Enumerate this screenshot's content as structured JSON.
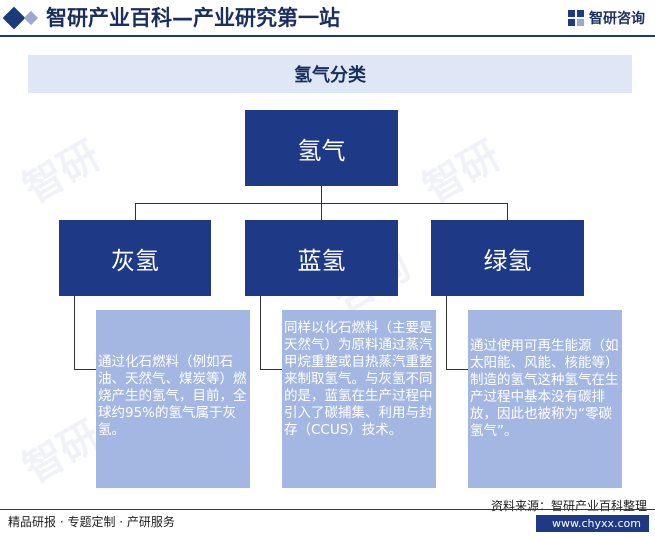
{
  "header": {
    "title": "智研产业百科—产业研究第一站",
    "brand": "智研咨询"
  },
  "diagram": {
    "title": "氢气分类",
    "root": "氢气",
    "children": [
      {
        "label": "灰氢",
        "description": "通过化石燃料（例如石油、天然气、煤炭等）燃烧产生的氢气，目前，全球约95%的氢气属于灰氢。"
      },
      {
        "label": "蓝氢",
        "description": "同样以化石燃料（主要是天然气）为原料通过蒸汽甲烷重整或自热蒸汽重整来制取氢气。与灰氢不同的是，蓝氢在生产过程中引入了碳捕集、利用与封存（CCUS）技术。"
      },
      {
        "label": "绿氢",
        "description": "通过使用可再生能源（如太阳能、风能、核能等）制造的氢气这种氢气在生产过程中基本没有碳排放，因此也被称为“零碳氢气”。"
      }
    ]
  },
  "footer": {
    "left": "精品研报 · 专题定制 · 产研服务",
    "source": "资料来源：智研产业百科整理",
    "url": "www.chyxx.com"
  },
  "colors": {
    "dark_blue": "#1e3a86",
    "light_blue": "#a3b7e2",
    "band": "#dfe6f5"
  }
}
